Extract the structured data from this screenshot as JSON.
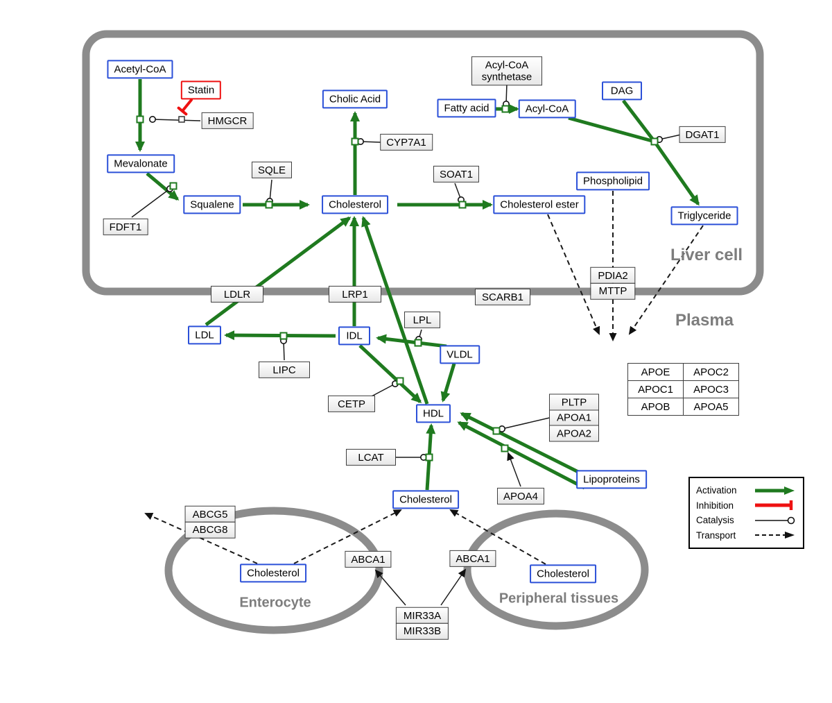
{
  "diagram": {
    "regions": {
      "liver": "Liver cell",
      "plasma": "Plasma",
      "enterocyte": "Enterocyte",
      "peripheral": "Peripheral tissues"
    },
    "metabolites": {
      "acetyl_coa": "Acetyl-CoA",
      "mevalonate": "Mevalonate",
      "squalene": "Squalene",
      "cholesterol_liver": "Cholesterol",
      "cholic_acid": "Cholic Acid",
      "fatty_acid": "Fatty acid",
      "acyl_coa": "Acyl-CoA",
      "dag": "DAG",
      "phospholipid": "Phospholipid",
      "cholesterol_ester": "Cholesterol ester",
      "triglyceride": "Triglyceride",
      "ldl": "LDL",
      "idl": "IDL",
      "vldl": "VLDL",
      "hdl": "HDL",
      "cholesterol_plasma": "Cholesterol",
      "lipoproteins": "Lipoproteins",
      "cholesterol_enterocyte": "Cholesterol",
      "cholesterol_peripheral": "Cholesterol"
    },
    "inhibitor": {
      "statin": "Statin"
    },
    "enzymes": {
      "hmgcr": "HMGCR",
      "sqle": "SQLE",
      "fdft1": "FDFT1",
      "cyp7a1": "CYP7A1",
      "soat1": "SOAT1",
      "acyl_coa_synthetase": "Acyl-CoA synthetase",
      "dgat1": "DGAT1",
      "ldlr": "LDLR",
      "lrp1": "LRP1",
      "scarb1": "SCARB1",
      "pdia2": "PDIA2",
      "mttp": "MTTP",
      "lpl": "LPL",
      "lipc": "LIPC",
      "cetp": "CETP",
      "lcat": "LCAT",
      "pltp": "PLTP",
      "apoa1": "APOA1",
      "apoa2": "APOA2",
      "apoa4": "APOA4",
      "abcg5": "ABCG5",
      "abcg8": "ABCG8",
      "abca1_left": "ABCA1",
      "abca1_right": "ABCA1",
      "mir33a": "MIR33A",
      "mir33b": "MIR33B"
    },
    "apo_table": [
      [
        "APOE",
        "APOC2"
      ],
      [
        "APOC1",
        "APOC3"
      ],
      [
        "APOB",
        "APOA5"
      ]
    ],
    "legend": {
      "activation": "Activation",
      "inhibition": "Inhibition",
      "catalysis": "Catalysis",
      "transport": "Transport"
    },
    "colors": {
      "metabolite_border": "#2b50d8",
      "enzyme_border": "#3d3d3d",
      "activation": "#1f7a1f",
      "inhibition": "#ee1111",
      "membrane": "#8c8c8c",
      "region_label": "#7d7d7d"
    }
  }
}
